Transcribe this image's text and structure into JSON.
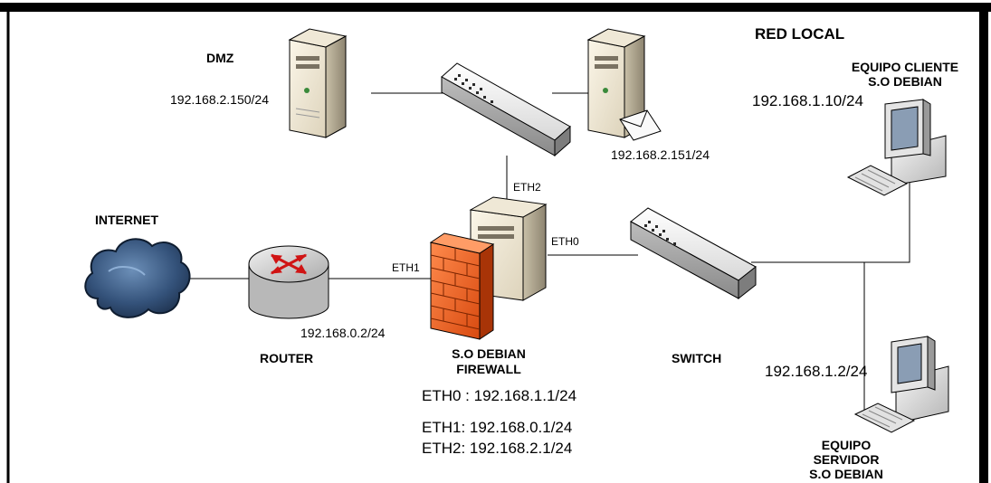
{
  "labels": {
    "red_local": "RED LOCAL",
    "dmz": "DMZ",
    "internet": "INTERNET",
    "router": "ROUTER",
    "switch": "SWITCH",
    "firewall_line1": "S.O DEBIAN",
    "firewall_line2": "FIREWALL",
    "client_line1": "EQUIPO CLIENTE",
    "client_line2": "S.O DEBIAN",
    "server_line1": "EQUIPO",
    "server_line2": "SERVIDOR",
    "server_line3": "S.O DEBIAN"
  },
  "ips": {
    "dmz_server": "192.168.2.150/24",
    "mail_server": "192.168.2.151/24",
    "client": "192.168.1.10/24",
    "server": "192.168.1.2/24",
    "router": "192.168.0.2/24"
  },
  "interfaces": {
    "eth2": "ETH2",
    "eth1": "ETH1",
    "eth0": "ETH0"
  },
  "firewall_ips": {
    "eth0": "ETH0 : 192.168.1.1/24",
    "eth1": "ETH1: 192.168.0.1/24",
    "eth2": "ETH2: 192.168.2.1/24"
  }
}
